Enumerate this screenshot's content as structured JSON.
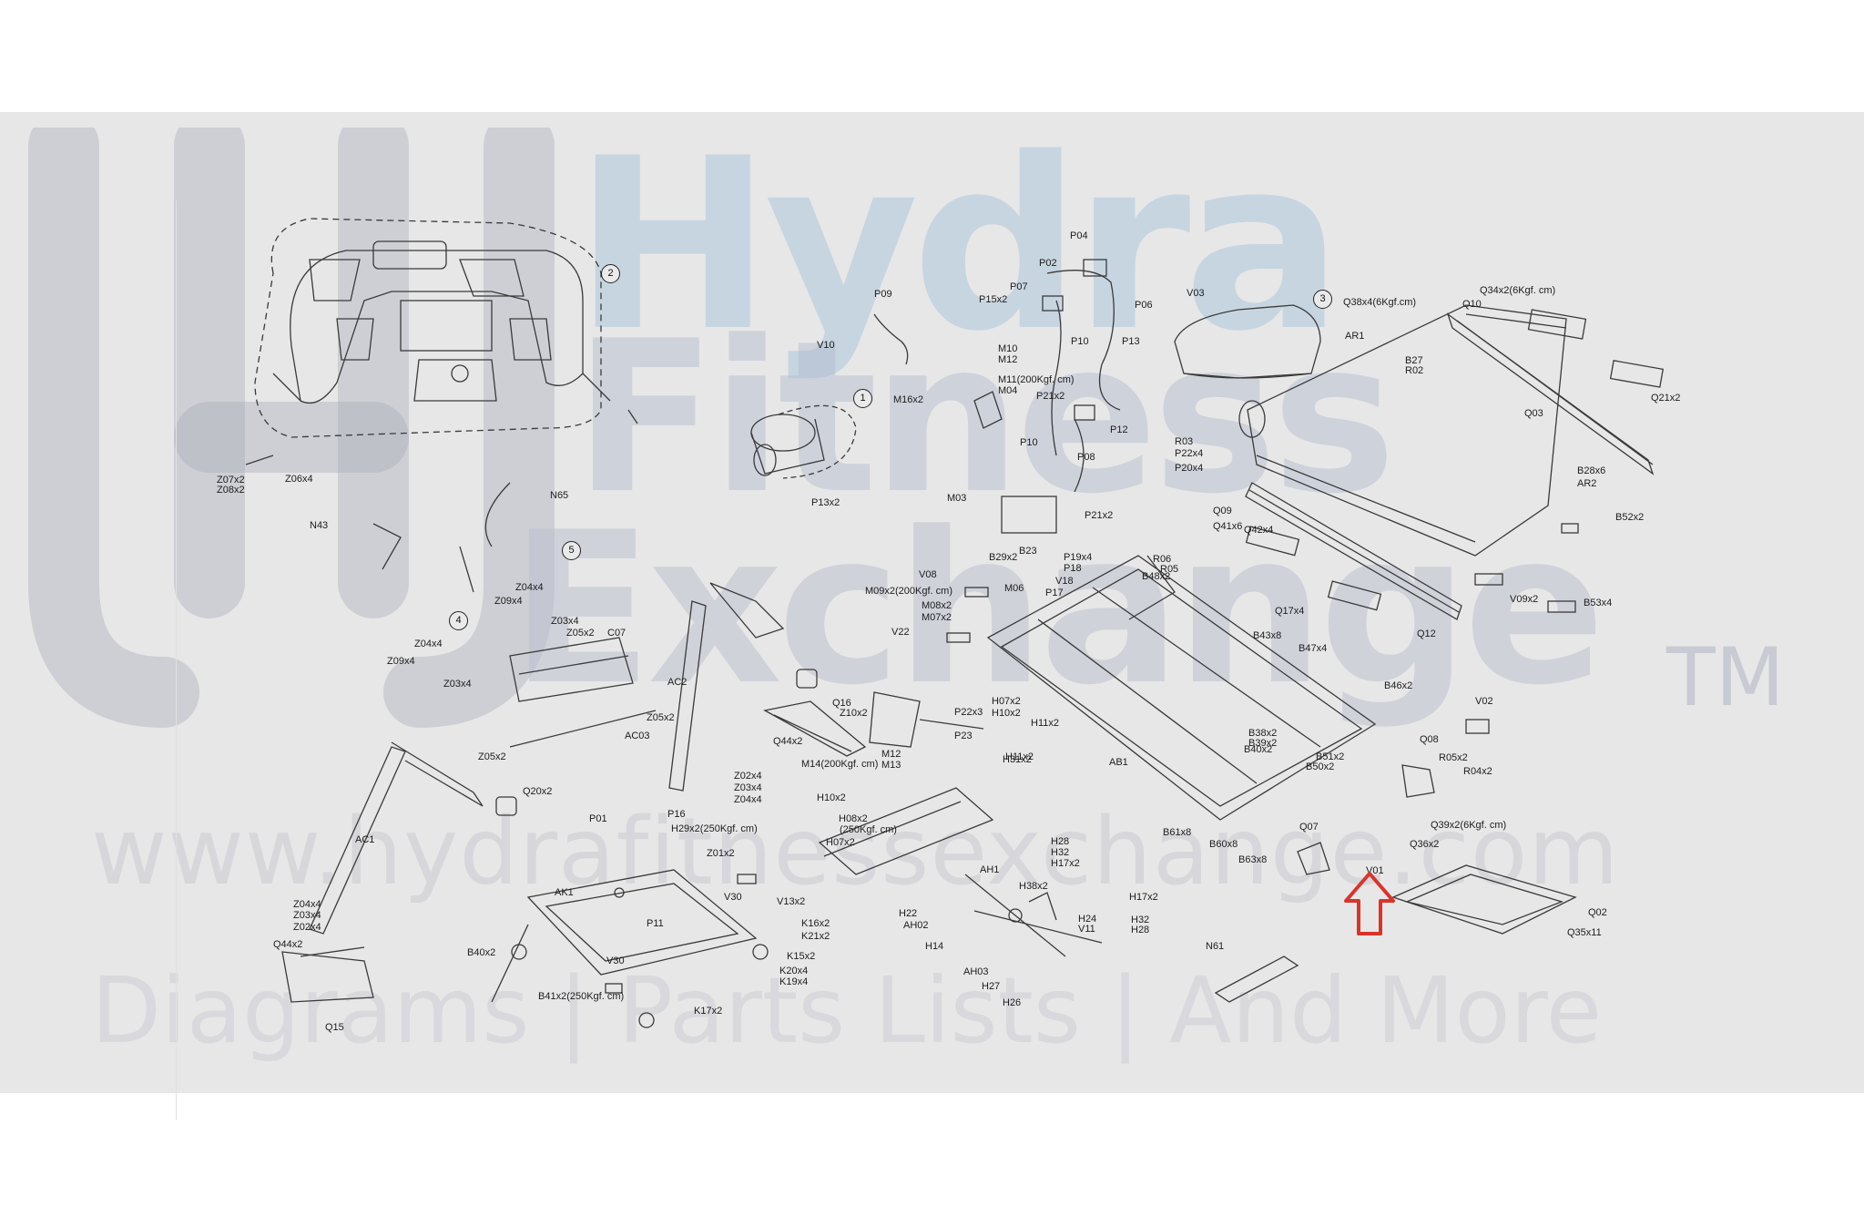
{
  "watermark": {
    "line1": "Hydra",
    "line2": "Fitness",
    "line3": "Exchange",
    "trademark": "TM",
    "url": "www.hydrafitnessexchange.com",
    "tagline": "Diagrams | Parts Lists | And More"
  },
  "colors": {
    "panel": "#e7e7e7",
    "line_art": "#3a3a3a",
    "highlight_arrow": "#d9342b",
    "watermark_blue": "#a0bed7",
    "watermark_gray": "#b4b8c8"
  },
  "callouts": [
    {
      "id": "c1",
      "text": "1"
    },
    {
      "id": "c2",
      "text": "2"
    },
    {
      "id": "c3",
      "text": "3"
    },
    {
      "id": "c4",
      "text": "4"
    },
    {
      "id": "c5",
      "text": "5"
    }
  ],
  "part_labels": [
    {
      "id": "P04",
      "text": "P04"
    },
    {
      "id": "P09",
      "text": "P09"
    },
    {
      "id": "P02",
      "text": "P02"
    },
    {
      "id": "P07",
      "text": "P07"
    },
    {
      "id": "P15x2",
      "text": "P15x2"
    },
    {
      "id": "P06",
      "text": "P06"
    },
    {
      "id": "V10",
      "text": "V10"
    },
    {
      "id": "M10",
      "text": "M10"
    },
    {
      "id": "M12a",
      "text": "M12"
    },
    {
      "id": "M11",
      "text": "M11(200Kgf. cm)"
    },
    {
      "id": "M04",
      "text": "M04"
    },
    {
      "id": "M16x2",
      "text": "M16x2"
    },
    {
      "id": "P10a",
      "text": "P10"
    },
    {
      "id": "P13",
      "text": "P13"
    },
    {
      "id": "P21x2a",
      "text": "P21x2"
    },
    {
      "id": "P12",
      "text": "P12"
    },
    {
      "id": "P10b",
      "text": "P10"
    },
    {
      "id": "P08",
      "text": "P08"
    },
    {
      "id": "M03",
      "text": "M03"
    },
    {
      "id": "P21x2b",
      "text": "P21x2"
    },
    {
      "id": "P13x2",
      "text": "P13x2"
    },
    {
      "id": "V03",
      "text": "V03"
    },
    {
      "id": "Q38x4",
      "text": "Q38x4(6Kgf.cm)"
    },
    {
      "id": "AR1",
      "text": "AR1"
    },
    {
      "id": "Q34x2",
      "text": "Q34x2(6Kgf. cm)"
    },
    {
      "id": "Q10",
      "text": "Q10"
    },
    {
      "id": "B27",
      "text": "B27"
    },
    {
      "id": "R02",
      "text": "R02"
    },
    {
      "id": "Q21x2",
      "text": "Q21x2"
    },
    {
      "id": "Q03",
      "text": "Q03"
    },
    {
      "id": "R03",
      "text": "R03"
    },
    {
      "id": "P22x4",
      "text": "P22x4"
    },
    {
      "id": "P20x4",
      "text": "P20x4"
    },
    {
      "id": "B28x6",
      "text": "B28x6"
    },
    {
      "id": "AR2",
      "text": "AR2"
    },
    {
      "id": "Q09",
      "text": "Q09"
    },
    {
      "id": "Q41x6",
      "text": "Q41x6"
    },
    {
      "id": "Q42x4",
      "text": "Q42x4"
    },
    {
      "id": "B52x2",
      "text": "B52x2"
    },
    {
      "id": "V09x2",
      "text": "V09x2"
    },
    {
      "id": "B53x4",
      "text": "B53x4"
    },
    {
      "id": "Q17x4",
      "text": "Q17x4"
    },
    {
      "id": "Q12",
      "text": "Q12"
    },
    {
      "id": "B23",
      "text": "B23"
    },
    {
      "id": "B29x2",
      "text": "B29x2"
    },
    {
      "id": "P19x4",
      "text": "P19x4"
    },
    {
      "id": "P18",
      "text": "P18"
    },
    {
      "id": "R06",
      "text": "R06"
    },
    {
      "id": "R05",
      "text": "R05"
    },
    {
      "id": "B48x2",
      "text": "B48x2"
    },
    {
      "id": "V08",
      "text": "V08"
    },
    {
      "id": "M06",
      "text": "M06"
    },
    {
      "id": "V18",
      "text": "V18"
    },
    {
      "id": "P17",
      "text": "P17"
    },
    {
      "id": "M09x2",
      "text": "M09x2(200Kgf. cm)"
    },
    {
      "id": "M08x2",
      "text": "M08x2"
    },
    {
      "id": "M07x2",
      "text": "M07x2"
    },
    {
      "id": "V22",
      "text": "V22"
    },
    {
      "id": "B43x8",
      "text": "B43x8"
    },
    {
      "id": "B47x4",
      "text": "B47x4"
    },
    {
      "id": "B46x2",
      "text": "B46x2"
    },
    {
      "id": "V02",
      "text": "V02"
    },
    {
      "id": "Z07x2",
      "text": "Z07x2"
    },
    {
      "id": "Z08x2",
      "text": "Z08x2"
    },
    {
      "id": "Z06x4",
      "text": "Z06x4"
    },
    {
      "id": "N65",
      "text": "N65"
    },
    {
      "id": "N43",
      "text": "N43"
    },
    {
      "id": "Z04x4a",
      "text": "Z04x4"
    },
    {
      "id": "Z09x4a",
      "text": "Z09x4"
    },
    {
      "id": "Z03x4a",
      "text": "Z03x4"
    },
    {
      "id": "Z05x2a",
      "text": "Z05x2"
    },
    {
      "id": "C07",
      "text": "C07"
    },
    {
      "id": "Z04x4b",
      "text": "Z04x4"
    },
    {
      "id": "Z09x4b",
      "text": "Z09x4"
    },
    {
      "id": "Z03x4b",
      "text": "Z03x4"
    },
    {
      "id": "AC2",
      "text": "AC2"
    },
    {
      "id": "Z05x2b",
      "text": "Z05x2"
    },
    {
      "id": "AC03",
      "text": "AC03"
    },
    {
      "id": "Z05x2c",
      "text": "Z05x2"
    },
    {
      "id": "Q16",
      "text": "Q16"
    },
    {
      "id": "Z10x2",
      "text": "Z10x2"
    },
    {
      "id": "P22x3",
      "text": "P22x3"
    },
    {
      "id": "P23",
      "text": "P23"
    },
    {
      "id": "H07x2a",
      "text": "H07x2"
    },
    {
      "id": "H10x2",
      "text": "H10x2"
    },
    {
      "id": "H11x2a",
      "text": "H11x2"
    },
    {
      "id": "AB1",
      "text": "AB1"
    },
    {
      "id": "Q44x2a",
      "text": "Q44x2"
    },
    {
      "id": "M14",
      "text": "M14(200Kgf. cm)"
    },
    {
      "id": "M12b",
      "text": "M12"
    },
    {
      "id": "M13",
      "text": "M13"
    },
    {
      "id": "H11x2b",
      "text": "H11x2"
    },
    {
      "id": "H31x2",
      "text": "H31x2"
    },
    {
      "id": "Z02x4a",
      "text": "Z02x4"
    },
    {
      "id": "Z03x4c",
      "text": "Z03x4"
    },
    {
      "id": "Z04x4c",
      "text": "Z04x4"
    },
    {
      "id": "B38x2",
      "text": "B38x2"
    },
    {
      "id": "B39x2",
      "text": "B39x2"
    },
    {
      "id": "B40x2a",
      "text": "B40x2"
    },
    {
      "id": "B51x2",
      "text": "B51x2"
    },
    {
      "id": "B50x2",
      "text": "B50x2"
    },
    {
      "id": "Q08",
      "text": "Q08"
    },
    {
      "id": "R05x2",
      "text": "R05x2"
    },
    {
      "id": "R04x2",
      "text": "R04x2"
    },
    {
      "id": "Q20x2",
      "text": "Q20x2"
    },
    {
      "id": "P16",
      "text": "P16"
    },
    {
      "id": "P01",
      "text": "P01"
    },
    {
      "id": "H10x2b",
      "text": "H10x2"
    },
    {
      "id": "H08x2",
      "text": "H08x2"
    },
    {
      "id": "H08x2b",
      "text": "(250Kgf. cm)"
    },
    {
      "id": "H07x2b",
      "text": "H07x2"
    },
    {
      "id": "AC1",
      "text": "AC1"
    },
    {
      "id": "H29x2",
      "text": "H29x2(250Kgf. cm)"
    },
    {
      "id": "Z01x2",
      "text": "Z01x2"
    },
    {
      "id": "AH1",
      "text": "AH1"
    },
    {
      "id": "H28a",
      "text": "H28"
    },
    {
      "id": "H32a",
      "text": "H32"
    },
    {
      "id": "H17x2a",
      "text": "H17x2"
    },
    {
      "id": "Q07",
      "text": "Q07"
    },
    {
      "id": "B61x8",
      "text": "B61x8"
    },
    {
      "id": "B60x8",
      "text": "B60x8"
    },
    {
      "id": "B63x8",
      "text": "B63x8"
    },
    {
      "id": "Q36x2",
      "text": "Q36x2"
    },
    {
      "id": "Q39x2",
      "text": "Q39x2(6Kgf. cm)"
    },
    {
      "id": "V01",
      "text": "V01"
    },
    {
      "id": "AK1",
      "text": "AK1"
    },
    {
      "id": "V30a",
      "text": "V30"
    },
    {
      "id": "V13x2",
      "text": "V13x2"
    },
    {
      "id": "H38x2",
      "text": "H38x2"
    },
    {
      "id": "H17x2b",
      "text": "H17x2"
    },
    {
      "id": "Q02",
      "text": "Q02"
    },
    {
      "id": "Q35x11",
      "text": "Q35x11"
    },
    {
      "id": "Z04x4d",
      "text": "Z04x4"
    },
    {
      "id": "Z03x4d",
      "text": "Z03x4"
    },
    {
      "id": "Z02x4b",
      "text": "Z02x4"
    },
    {
      "id": "P11",
      "text": "P11"
    },
    {
      "id": "K16x2",
      "text": "K16x2"
    },
    {
      "id": "K21x2",
      "text": "K21x2"
    },
    {
      "id": "H22",
      "text": "H22"
    },
    {
      "id": "AH02",
      "text": "AH02"
    },
    {
      "id": "H24",
      "text": "H24"
    },
    {
      "id": "V11",
      "text": "V11"
    },
    {
      "id": "H32b",
      "text": "H32"
    },
    {
      "id": "H28b",
      "text": "H28"
    },
    {
      "id": "Q44x2b",
      "text": "Q44x2"
    },
    {
      "id": "B40x2b",
      "text": "B40x2"
    },
    {
      "id": "V30b",
      "text": "V30"
    },
    {
      "id": "K15x2",
      "text": "K15x2"
    },
    {
      "id": "H14",
      "text": "H14"
    },
    {
      "id": "N61",
      "text": "N61"
    },
    {
      "id": "K20x4",
      "text": "K20x4"
    },
    {
      "id": "K19x4",
      "text": "K19x4"
    },
    {
      "id": "AH03",
      "text": "AH03"
    },
    {
      "id": "H27",
      "text": "H27"
    },
    {
      "id": "B41x2",
      "text": "B41x2(250Kgf. cm)"
    },
    {
      "id": "K17x2",
      "text": "K17x2"
    },
    {
      "id": "H26",
      "text": "H26"
    },
    {
      "id": "Q15",
      "text": "Q15"
    }
  ]
}
